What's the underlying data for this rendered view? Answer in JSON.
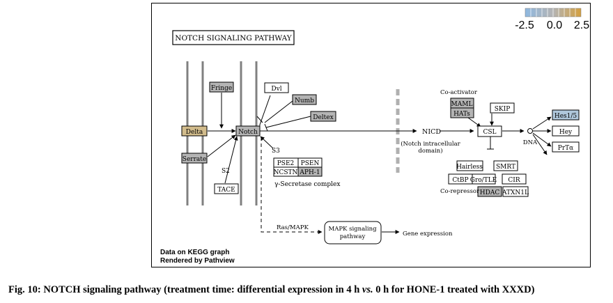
{
  "title": "NOTCH SIGNALING PATHWAY",
  "legend": {
    "min": "-2.5",
    "mid": "0.0",
    "max": "2.5",
    "low_color": "#8fb8e0",
    "mid_color": "#b4b4b4",
    "high_color": "#d4a040"
  },
  "genes": {
    "delta": "Delta",
    "serrate": "Serrate",
    "fringe": "Fringe",
    "notch": "Notch",
    "dvl": "Dvl",
    "numb": "Numb",
    "deltex": "Deltex",
    "tace": "TACE",
    "pse2": "PSE2",
    "psen": "PSEN",
    "ncstn": "NCSTN",
    "aph1": "APH-1",
    "maml": "MAML",
    "hats": "HATs",
    "skip": "SKIP",
    "csl": "CSL",
    "hairless": "Hairless",
    "smrt": "SMRT",
    "ctbp": "CtBP",
    "grotle": "Gro/TLE",
    "cir": "CIR",
    "hdac": "HDAC",
    "atxn1l": "ATXN1L",
    "hes15": "Hes1/5",
    "hey": "Hey",
    "prtalpha": "PrTα"
  },
  "labels": {
    "s2": "S2",
    "s3": "S3",
    "gamma_secretase": "γ-Secretase complex",
    "nicd": "NICD",
    "nicd_sub1": "(Notch intracellular",
    "nicd_sub2": "domain)",
    "coactivator": "Co-activator",
    "corepressor": "Co-repressor",
    "dna": "DNA",
    "ras_mapk": "Ras/MAPK",
    "mapk_box1": "MAPK signaling",
    "mapk_box2": "pathway",
    "gene_expression": "Gene expression",
    "footer1": "Data on KEGG graph",
    "footer2": "Rendered by Pathview"
  },
  "colors": {
    "gray_node": "#b4b4b4",
    "delta_node": "#d2bc8c",
    "hes_node": "#b0c8dc",
    "white_node": "#ffffff"
  },
  "caption": {
    "prefix": "Fig. 10: NOTCH signaling pathway (treatment time: differential expression in 4 h ",
    "vs": "vs.",
    "suffix": " 0 h for HONE-1 treated with XXXD)"
  }
}
